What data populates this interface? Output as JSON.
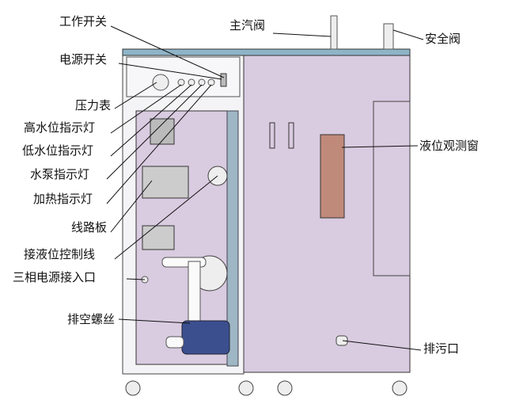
{
  "diagram": {
    "title": "Steam generator component layout",
    "labels": {
      "work_switch": "工作开关",
      "power_switch": "电源开关",
      "pressure_gauge": "压力表",
      "high_water_light": "高水位指示灯",
      "low_water_light": "低水位指示灯",
      "pump_light": "水泵指示灯",
      "heating_light": "加热指示灯",
      "circuit_board": "线路板",
      "level_control_wire": "接液位控制线",
      "three_phase_inlet": "三相电源接入口",
      "drain_screw": "排空螺丝",
      "main_steam_valve": "主汽阀",
      "safety_valve": "安全阀",
      "level_window": "液位观测窗",
      "blowdown_outlet": "排污口"
    },
    "colors": {
      "panel": "#d9cbe0",
      "top": "#8fb4c8",
      "motor": "#3b4f8f"
    }
  }
}
